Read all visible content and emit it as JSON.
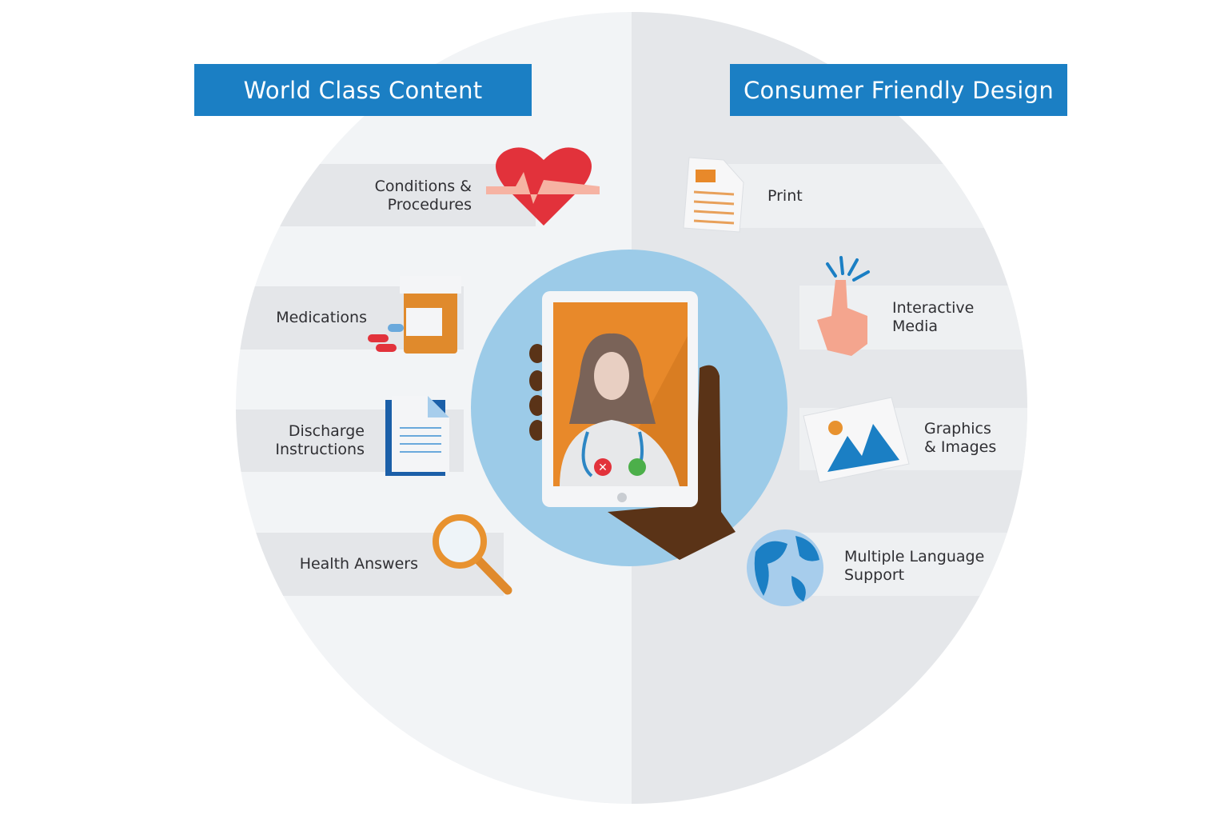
{
  "left_panel": {
    "title": "World Class Content",
    "items": [
      {
        "label": "Conditions &\nProcedures",
        "icon": "heart-pulse-icon"
      },
      {
        "label": "Medications",
        "icon": "pill-bottle-icon"
      },
      {
        "label": "Discharge\nInstructions",
        "icon": "document-icon"
      },
      {
        "label": "Health Answers",
        "icon": "magnifier-icon"
      }
    ]
  },
  "right_panel": {
    "title": "Consumer Friendly Design",
    "items": [
      {
        "label": "Print",
        "icon": "printed-page-icon"
      },
      {
        "label": "Interactive\nMedia",
        "icon": "tapping-finger-icon"
      },
      {
        "label": "Graphics\n& Images",
        "icon": "image-icon"
      },
      {
        "label": "Multiple Language\nSupport",
        "icon": "globe-icon"
      }
    ]
  },
  "colors": {
    "banner": "#1b7fc4",
    "left_bg": "#f2f4f6",
    "right_bg": "#e5e7ea",
    "inner_circle": "#9ccbe8",
    "tablet_screen": "#e8892a"
  }
}
